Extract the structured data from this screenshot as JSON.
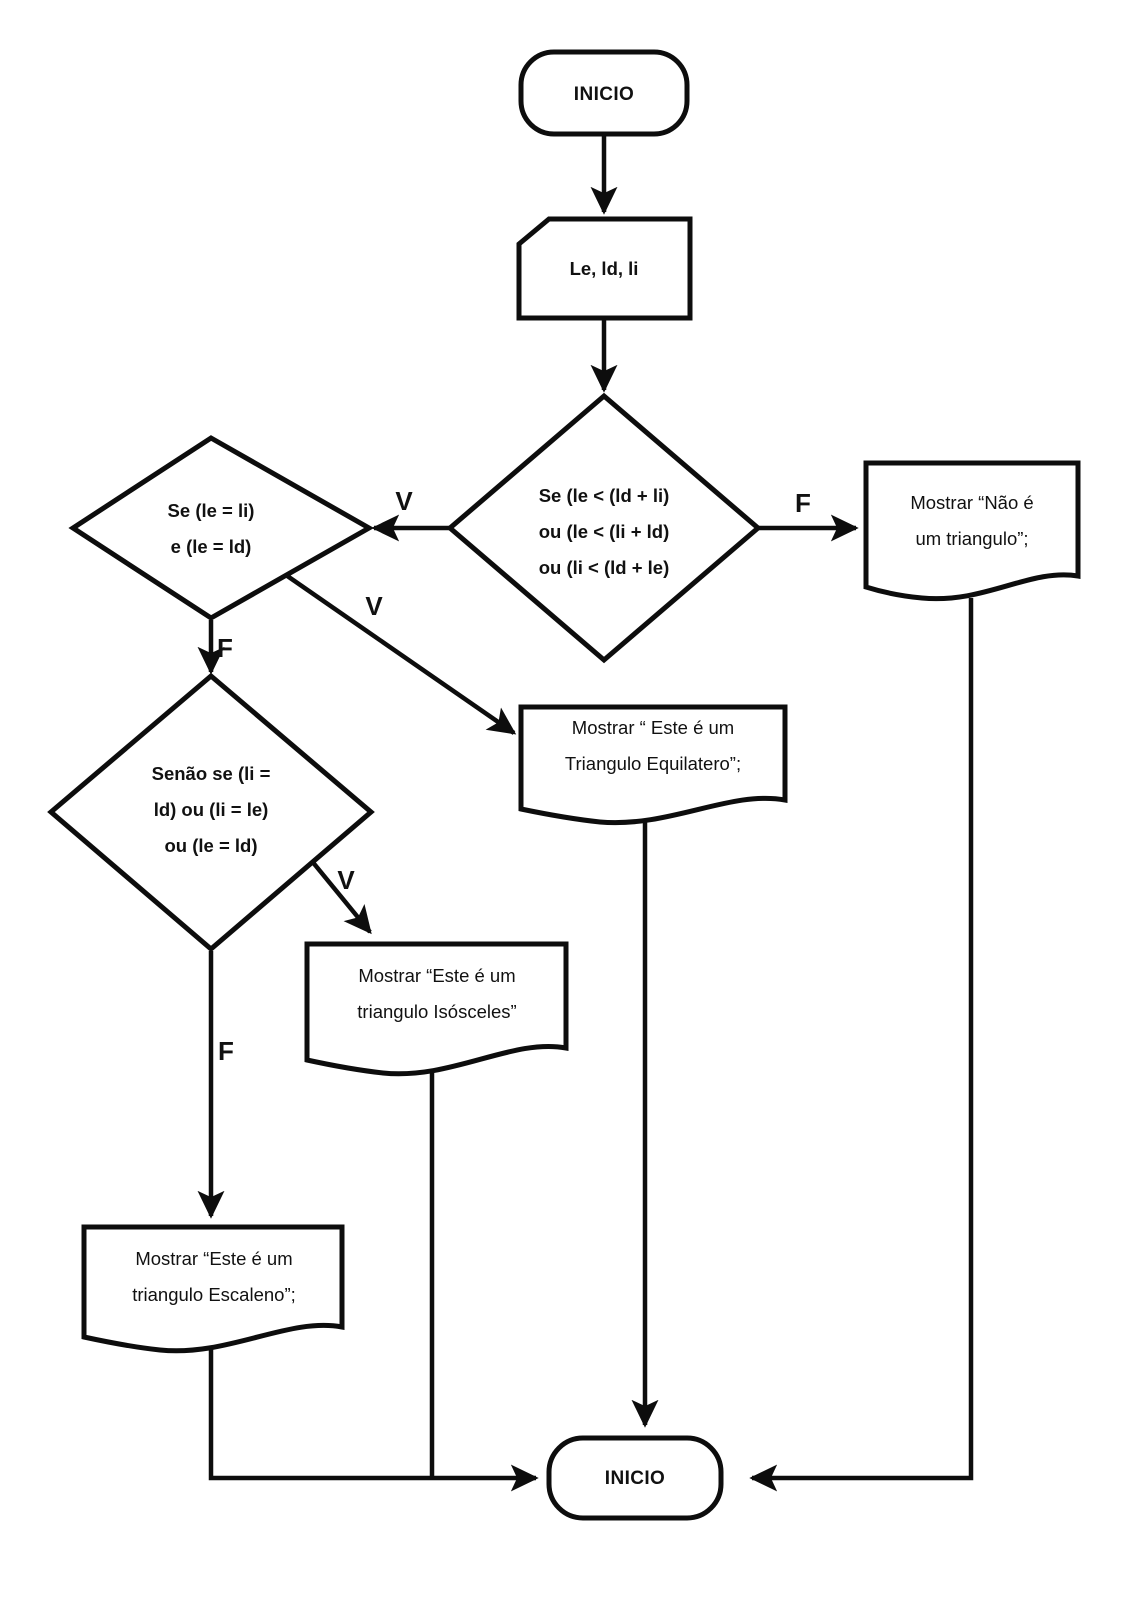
{
  "diagram": {
    "title": "Fluxograma de classificacao de triangulo",
    "background_color": "#ffffff",
    "stroke_color": "#0d0d0d",
    "text_color": "#111111"
  },
  "nodes": {
    "start": {
      "label": "INICIO",
      "type": "terminator"
    },
    "input": {
      "label": "Le, ld, li",
      "type": "input"
    },
    "decision_main": {
      "type": "decision",
      "line1": "Se (le < (ld + li)",
      "line2": "ou (le < (li + ld)",
      "line3": "ou (li < (ld + le)"
    },
    "decision_equilatero": {
      "type": "decision",
      "line1": "Se (le = li)",
      "line2": "e (le = ld)"
    },
    "decision_isosceles": {
      "type": "decision",
      "line1": "Senão se (li =",
      "line2": "ld) ou (li = le)",
      "line3": "ou (le = ld)"
    },
    "doc_nao_triangulo": {
      "type": "document",
      "line1": "Mostrar “Não é",
      "line2": "um triangulo”;"
    },
    "doc_equilatero": {
      "type": "document",
      "line1": "Mostrar “ Este é um",
      "line2": "Triangulo Equilatero”;"
    },
    "doc_isosceles": {
      "type": "document",
      "line1": "Mostrar “Este é um",
      "line2": "triangulo Isósceles”"
    },
    "doc_escaleno": {
      "type": "document",
      "line1": "Mostrar “Este é um",
      "line2": "triangulo Escaleno”;"
    },
    "end": {
      "label": "INICIO",
      "type": "terminator"
    }
  },
  "branch_labels": {
    "main_true": "V",
    "main_false": "F",
    "equilatero_true": "V",
    "equilatero_false": "F",
    "isosceles_true": "V",
    "isosceles_false": "F"
  }
}
